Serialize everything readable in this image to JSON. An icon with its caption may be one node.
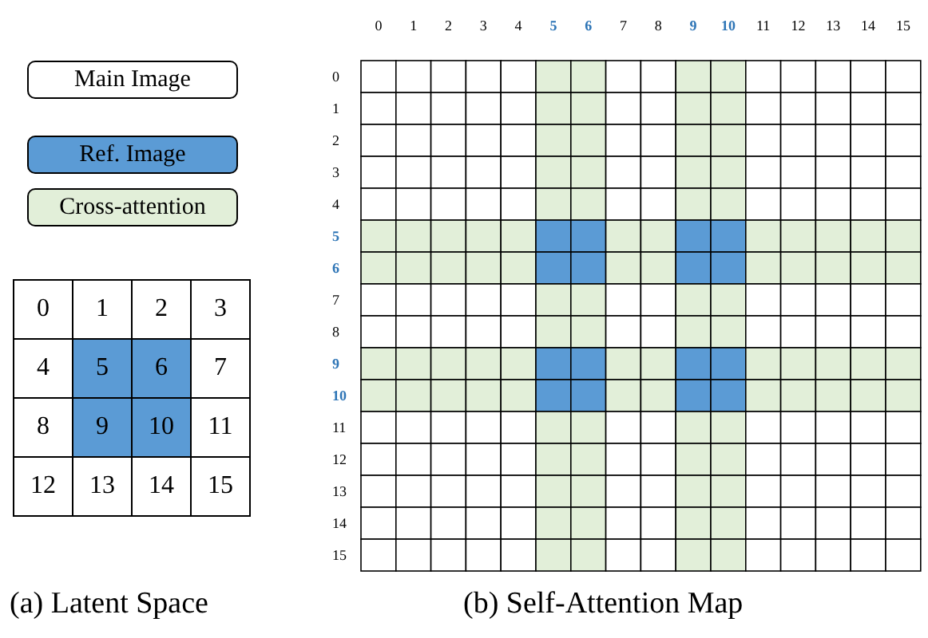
{
  "diagram": {
    "labels": [
      "0",
      "1",
      "2",
      "3",
      "4",
      "5",
      "6",
      "7",
      "8",
      "9",
      "10",
      "11",
      "12",
      "13",
      "14",
      "15",
      "(a) Latent Space",
      "0",
      "1",
      "2",
      "3",
      "4",
      "5",
      "6",
      "7",
      "8",
      "9",
      "10",
      "11",
      "12",
      "13",
      "14",
      "15",
      "0",
      "1",
      "2",
      "3",
      "4",
      "5",
      "6",
      "7",
      "8",
      "9",
      "10",
      "11",
      "12",
      "13",
      "14",
      "15",
      "(b) Self-Attention Map"
    ],
    "legend": [
      {
        "text": "Main Image",
        "color": "#ffffff"
      },
      {
        "text": "Ref. Image",
        "color": "#5b9bd5"
      },
      {
        "text": "Cross-attention",
        "color": "#e2efd9"
      }
    ]
  }
}
